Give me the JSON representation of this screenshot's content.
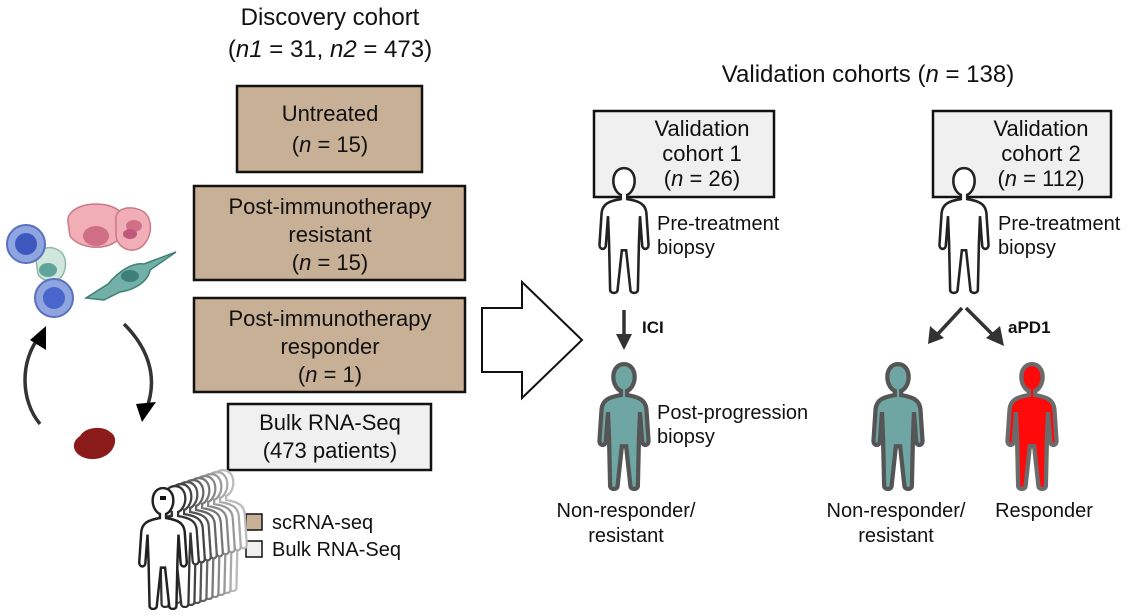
{
  "discovery": {
    "title": "Discovery cohort",
    "n_line": {
      "open": "(",
      "n1": "n1",
      "eq1": " = 31, ",
      "n2": "n2",
      "eq2": " = 473)"
    },
    "boxes": [
      {
        "line1": "Untreated",
        "n_prefix": "(",
        "n": "n",
        "n_value": " = 15)"
      },
      {
        "line1": "Post-immunotherapy",
        "line2": "resistant",
        "n_prefix": "(",
        "n": "n",
        "n_value": " = 15)"
      },
      {
        "line1": "Post-immunotherapy",
        "line2": "responder",
        "n_prefix": "(",
        "n": "n",
        "n_value": " = 1)"
      }
    ],
    "bulk_box": {
      "line1": "Bulk RNA-Seq",
      "line2": "(473 patients)"
    },
    "legend": {
      "scrna": "scRNA-seq",
      "bulk": "Bulk RNA-Seq"
    }
  },
  "validation": {
    "title_prefix": "Validation cohorts (",
    "title_n": "n",
    "title_suffix": " = 138)",
    "cohort1": {
      "line1": "Validation",
      "line2": "cohort 1",
      "n_prefix": "(",
      "n": "n",
      "n_value": " = 26)",
      "pre_label_1": "Pre-treatment",
      "pre_label_2": "biopsy",
      "arrow_label": "ICI",
      "post_label_1": "Post-progression",
      "post_label_2": "biopsy",
      "outcome_1": "Non-responder/",
      "outcome_2": "resistant"
    },
    "cohort2": {
      "line1": "Validation",
      "line2": "cohort 2",
      "n_prefix": "(",
      "n": "n",
      "n_value": " = 112)",
      "pre_label_1": "Pre-treatment",
      "pre_label_2": "biopsy",
      "arrow_label": "aPD1",
      "outcome_nr_1": "Non-responder/",
      "outcome_nr_2": "resistant",
      "outcome_r": "Responder"
    }
  },
  "colors": {
    "scrna_box": "#c8b097",
    "bulk_box": "#f0f0f0",
    "non_responder": "#6fa6a3",
    "responder": "#ff0a0a",
    "tumor": "#8b1a1a"
  }
}
